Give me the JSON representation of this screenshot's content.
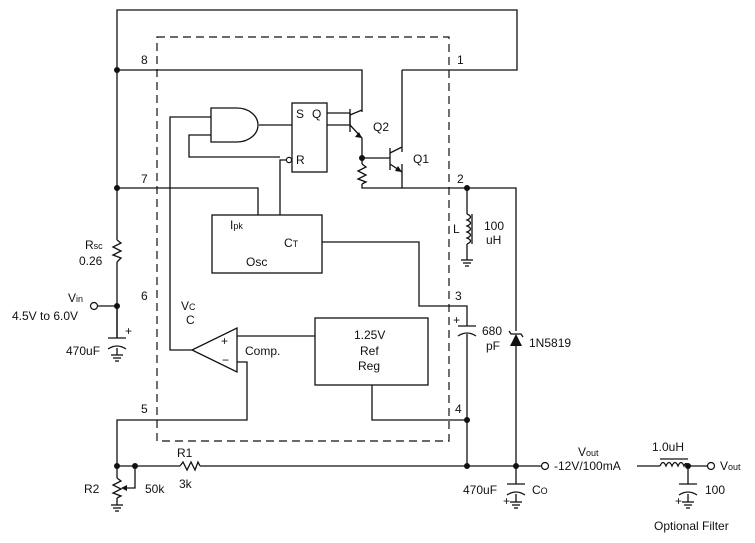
{
  "pins": {
    "p1": "1",
    "p2": "2",
    "p3": "3",
    "p4": "4",
    "p5": "5",
    "p6": "6",
    "p7": "7",
    "p8": "8"
  },
  "sr": {
    "s": "S",
    "q": "Q",
    "r": "R"
  },
  "transistors": {
    "q1": "Q1",
    "q2": "Q2"
  },
  "osc": {
    "ipk": "I",
    "ipk_sub": "pk",
    "ct": "C",
    "ct_sub": "T",
    "label": "Osc"
  },
  "inductor": {
    "name": "L",
    "value_line1": "100",
    "value_line2": "uH"
  },
  "ct_cap": {
    "value_line1": "680",
    "value_line2": "pF"
  },
  "diode": {
    "name": "1N5819"
  },
  "ref": {
    "line1": "1.25V",
    "line2": "Ref",
    "line3": "Reg"
  },
  "comparator": {
    "name": "Comp.",
    "plus": "+",
    "minus": "−"
  },
  "vcc": {
    "main": "V",
    "sub1": "C",
    "sub2": "C"
  },
  "rsc": {
    "main": "R",
    "sub": "sc",
    "value": "0.26"
  },
  "vin": {
    "main": "V",
    "sub": "in",
    "range": "4.5V to 6.0V"
  },
  "cin": {
    "value": "470uF",
    "plus": "+"
  },
  "r1": {
    "name": "R1",
    "value": "3k"
  },
  "r2": {
    "name": "R2",
    "value": "50k"
  },
  "co": {
    "value": "470uF",
    "name": "C",
    "name_sub": "O",
    "plus": "+"
  },
  "vout_main": {
    "main": "V",
    "sub": "out",
    "value": "-12V/100mA"
  },
  "filter": {
    "inductor": "1.0uH",
    "cap_value": "100",
    "cap_plus": "+",
    "vout_main": "V",
    "vout_sub": "out",
    "caption": "Optional Filter"
  }
}
